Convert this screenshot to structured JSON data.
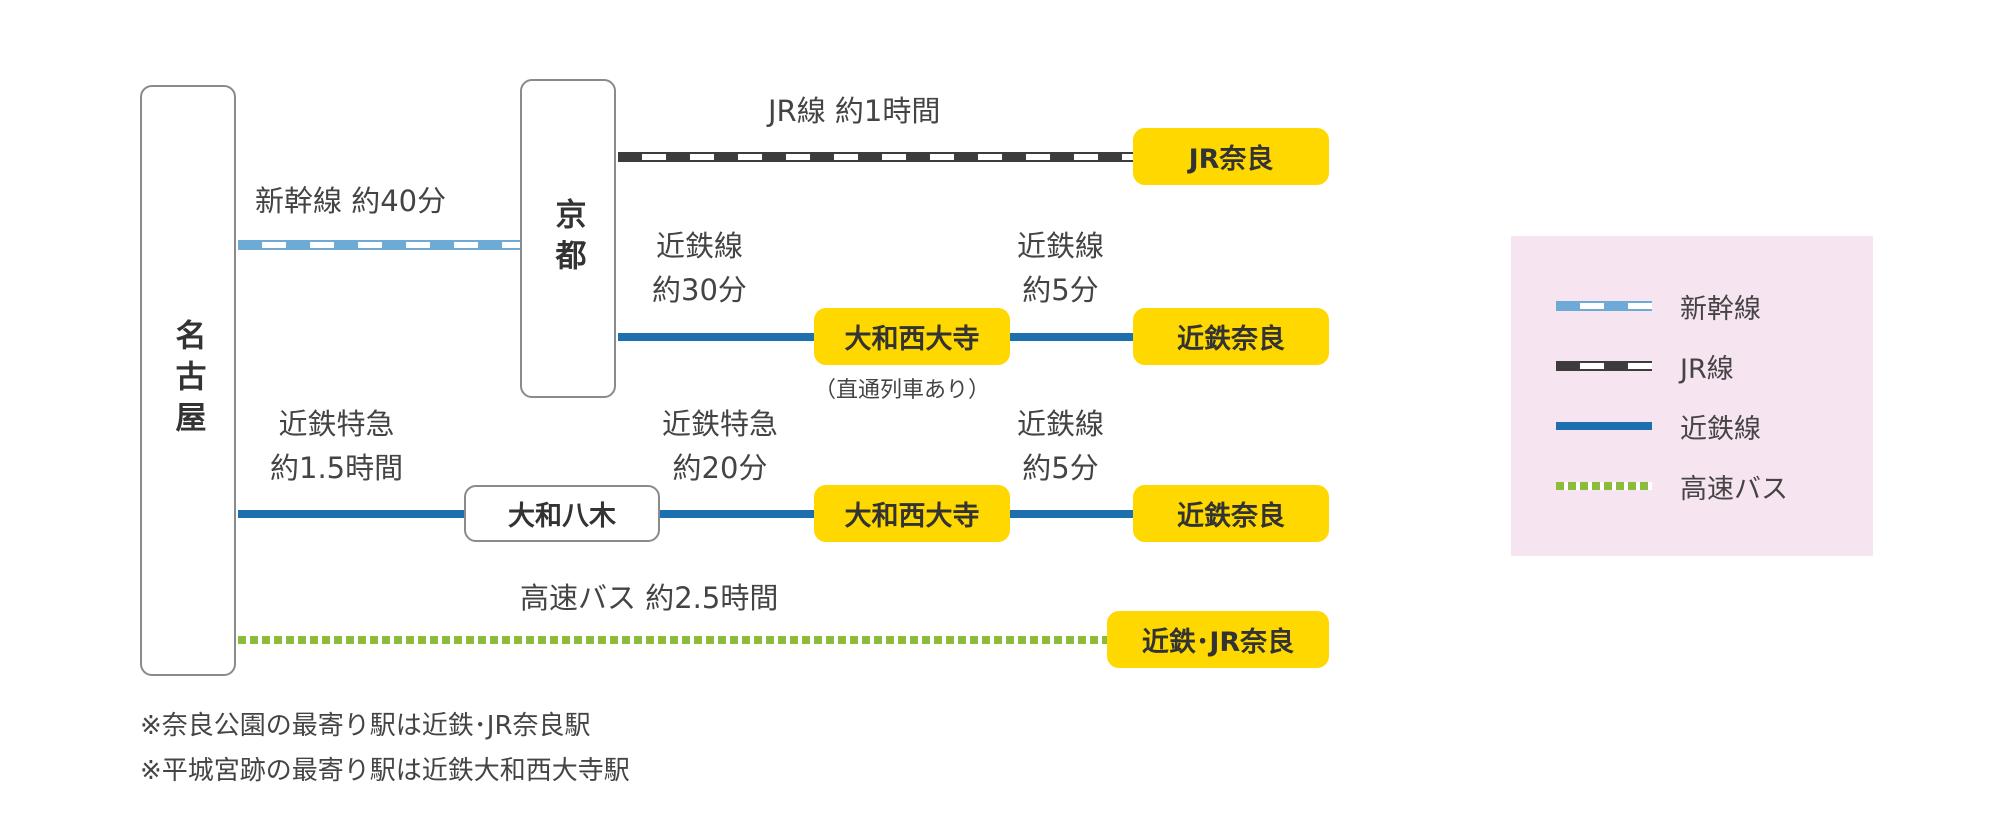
{
  "stations": {
    "nagoya": "名古屋",
    "kyoto": "京都",
    "jr_nara": "JR奈良",
    "yamato_saidaiji_1": "大和西大寺",
    "kintetsu_nara_1": "近鉄奈良",
    "yamato_yagi": "大和八木",
    "yamato_saidaiji_2": "大和西大寺",
    "kintetsu_nara_2": "近鉄奈良",
    "kintetsu_jr_nara": "近鉄･JR奈良"
  },
  "routes": {
    "shinkansen": "新幹線 約40分",
    "jr": "JR線 約1時間",
    "kyoto_saidaiji": [
      "近鉄線",
      "約30分"
    ],
    "saidaiji_nara_1": [
      "近鉄線",
      "約5分"
    ],
    "through_train_note": "（直通列車あり）",
    "nagoya_yagi": [
      "近鉄特急",
      "約1.5時間"
    ],
    "yagi_saidaiji": [
      "近鉄特急",
      "約20分"
    ],
    "saidaiji_nara_2": [
      "近鉄線",
      "約5分"
    ],
    "bus": "高速バス 約2.5時間"
  },
  "notes": [
    "※奈良公園の最寄り駅は近鉄･JR奈良駅",
    "※平城宮跡の最寄り駅は近鉄大和西大寺駅"
  ],
  "legend": {
    "items": [
      {
        "label": "新幹線",
        "style": "shinkansen"
      },
      {
        "label": "JR線",
        "style": "jr"
      },
      {
        "label": "近鉄線",
        "style": "kintetsu"
      },
      {
        "label": "高速バス",
        "style": "bus"
      }
    ]
  },
  "colors": {
    "station_fill": "#ffd800",
    "kintetsu": "#1d70b0",
    "shinkansen": "#6eaad6",
    "jr": "#3c3c3c",
    "bus": "#8dbb3c",
    "legend_bg": "#f7e4f1"
  }
}
